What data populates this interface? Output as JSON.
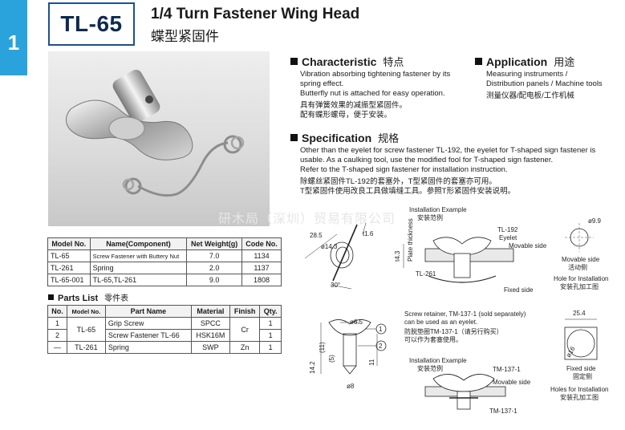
{
  "tab_number": "1",
  "header": {
    "model": "TL-65",
    "title_en": "1/4 Turn Fastener Wing Head",
    "title_cn": "蝶型紧固件"
  },
  "watermark": "研木局（深圳）贸易有限公司",
  "characteristic": {
    "heading": "Characteristic",
    "heading_cn": "特点",
    "lines": [
      "Vibration absorbing tightening fastener by its",
      "spring effect.",
      "Butterfly nut is attached for easy operation.",
      "具有弹簧效果的减振型紧固件。",
      "配有蝶形螺母，便于安装。"
    ]
  },
  "application": {
    "heading": "Application",
    "heading_cn": "用途",
    "lines": [
      "Measuring instruments /",
      "Distribution panels / Machine tools",
      "测量仪器/配电板/工作机械"
    ]
  },
  "specification": {
    "heading": "Specification",
    "heading_cn": "规格",
    "lines": [
      "Other than the eyelet for screw fastener TL-192, the eyelet for T-shaped sign fastener is",
      "usable. As a caulking tool, use the modified fool for T-shaped sign fastener.",
      "Refer to the T-shaped sign fastener for installation instruction.",
      "除螺丝紧固件TL-192的套塞外，T型紧固件的套塞亦可用。",
      "T型紧固件使用改良工具做填缝工具。参照T形紧固件安装说明。"
    ]
  },
  "model_table": {
    "headers": [
      "Model No.",
      "Name(Component)",
      "Net Weight(g)",
      "Code No."
    ],
    "rows": [
      [
        "TL-65",
        "Screw Fastener with Buttery Nut",
        "7.0",
        "1134"
      ],
      [
        "TL-261",
        "Spring",
        "2.0",
        "1137"
      ],
      [
        "TL-65-001",
        "TL-65,TL-261",
        "9.0",
        "1808"
      ]
    ]
  },
  "parts_list": {
    "heading": "Parts List",
    "heading_cn": "零件表",
    "headers": [
      "No.",
      "Model No.",
      "Part Name",
      "Material",
      "Finish",
      "Qty."
    ],
    "group_model": "TL-65",
    "group_finish": "Cr",
    "rows": [
      {
        "no": "1",
        "part": "Grip Screw",
        "material": "SPCC",
        "qty": "1"
      },
      {
        "no": "2",
        "part": "Screw Fastener TL-66",
        "material": "HSK16M",
        "qty": "1"
      }
    ],
    "last_row": {
      "no": "—",
      "model": "TL-261",
      "part": "Spring",
      "material": "SWP",
      "finish": "Zn",
      "qty": "1"
    }
  },
  "drawings": {
    "spring_dims": {
      "d1": "28.5",
      "d2": "ø14.3",
      "d3": "t1.6",
      "angle": "30°"
    },
    "install1": {
      "title": "Installation Example",
      "title_cn": "安装范例",
      "tl192": "TL-192",
      "eyelet": "Eyelet",
      "movable_side": "Movable side",
      "plate_thickness": "Plate thickness",
      "t": "t4.3",
      "tl261": "TL-261",
      "fixed_side": "Fixed side"
    },
    "hole_movable": {
      "dia": "ø9.9",
      "label": "Movable side",
      "label_cn": "活动侧"
    },
    "hole_install": {
      "label": "Hole for Installation",
      "label_cn": "安装孔加工图"
    },
    "fastener_dims": {
      "d65": "ø6.5",
      "h1": "14.2",
      "h2": "(11)",
      "h3": "(5)",
      "h4": "11",
      "d8": "ø8",
      "b1": "1",
      "b2": "2"
    },
    "retainer_note": [
      "Screw retainer, TM-137-1 (sold separately)",
      "can be used as an eyelet.",
      "防脱垫圈TM-137-1（请另行购买）",
      "可以作为套塞使用。"
    ],
    "install2": {
      "title": "Installation Example",
      "title_cn": "安装范例",
      "tm1": "TM-137-1",
      "movable_side": "Movable side",
      "tm2": "TM-137-1"
    },
    "hole_fixed": {
      "width": "25.4",
      "dia": "ø16",
      "label": "Fixed side",
      "label_cn": "固定侧",
      "label2": "Holes for Installation",
      "label2_cn": "安装孔加工图"
    }
  },
  "colors": {
    "tab": "#2aa3dd",
    "title_border": "#1f4f8e",
    "model_text": "#0d2a52"
  }
}
